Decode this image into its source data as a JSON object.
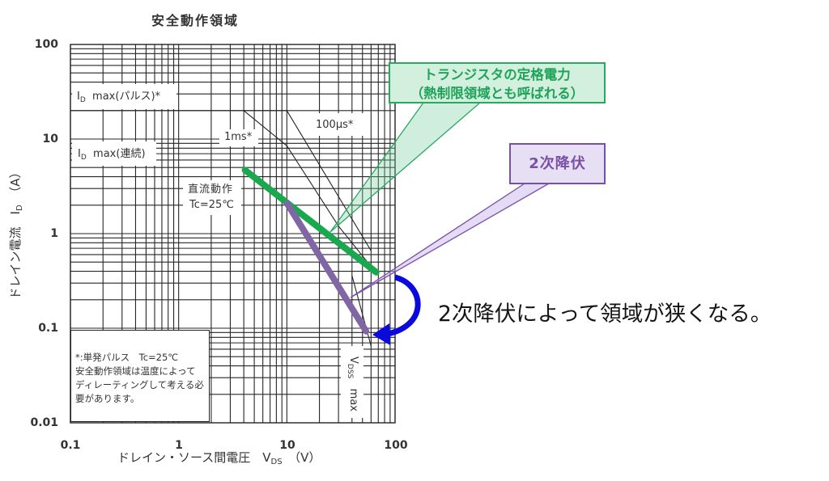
{
  "chart_data": {
    "type": "line",
    "title": "安全動作領域",
    "xlabel": "ドレイン・ソース間電圧　V_DS　（V）",
    "ylabel": "ドレイン電流　I_D　（A）",
    "xscale": "log",
    "yscale": "log",
    "xlim": [
      0.1,
      100
    ],
    "ylim": [
      0.01,
      100
    ],
    "xticks": [
      "0.1",
      "1",
      "10",
      "100"
    ],
    "yticks": [
      "100",
      "10",
      "1",
      "0.1",
      "0.01"
    ],
    "grid": true,
    "legend": "none",
    "series": [
      {
        "id": "id-max-pulse-curve",
        "name": "ID max(パルス)*",
        "style": "thin",
        "color": "#222222",
        "points": [
          [
            0.1,
            20
          ],
          [
            10,
            20
          ]
        ]
      },
      {
        "id": "pulse-1ms-curve",
        "name": "1ms*",
        "style": "thin",
        "color": "#222222",
        "points": [
          [
            4,
            20
          ],
          [
            10,
            8.5
          ],
          [
            30,
            1.2
          ],
          [
            60,
            0.45
          ]
        ]
      },
      {
        "id": "pulse-100us-curve",
        "name": "100μs*",
        "style": "thin",
        "color": "#222222",
        "points": [
          [
            10,
            20
          ],
          [
            60,
            0.66
          ]
        ]
      },
      {
        "id": "dc-tail-curve",
        "name": "直流動作 Tc=25℃",
        "style": "thin",
        "color": "#222222",
        "points": [
          [
            40,
            0.36
          ],
          [
            60,
            0.065
          ]
        ]
      },
      {
        "id": "thermal-limit-line",
        "name": "トランジスタの定格電力（熱制限領域）",
        "style": "thick",
        "color": "#1aa84f",
        "points": [
          [
            4.1,
            4.7
          ],
          [
            67,
            0.39
          ]
        ]
      },
      {
        "id": "secondary-breakdown-line",
        "name": "2次降伏",
        "style": "thick",
        "color": "#8066a4",
        "points": [
          [
            10.1,
            2.07
          ],
          [
            54,
            0.093
          ]
        ]
      }
    ],
    "labels": {
      "id_max_pulse": {
        "main": "I",
        "sub": "D",
        "rest": "  max(パルス)*"
      },
      "id_max_cont": {
        "main": "I",
        "sub": "D",
        "rest": "  max(連続)"
      },
      "ms1": "1ms*",
      "us100": "100μs*",
      "dc_line1": "直流動作",
      "dc_line2": "Tc=25℃",
      "vdss": {
        "main": "V",
        "sub": "DSS",
        "rest": "   max"
      },
      "footnote": [
        "*:単発パルス　Tc=25℃",
        "安全動作領域は温度によって",
        "ディレーティングして考える必",
        "要があります。"
      ]
    },
    "axes": {
      "y_label": {
        "main": "ドレイン電流　I",
        "sub": "D",
        "rest": "　（A）"
      },
      "x_label": {
        "main": "ドレイン・ソース間電圧　V",
        "sub": "DS",
        "rest": "　（V）"
      }
    },
    "annotations": {
      "thermal_callout": {
        "line1": "トランジスタの定格電力",
        "line2": "（熱制限領域とも呼ばれる）",
        "color": "#1fa35a"
      },
      "breakdown_callout": {
        "label": "2次降伏",
        "color": "#7a4fa8"
      },
      "note": "2次降伏によって領域が狭くなる。",
      "arrow_color": "#0a0adc"
    }
  }
}
